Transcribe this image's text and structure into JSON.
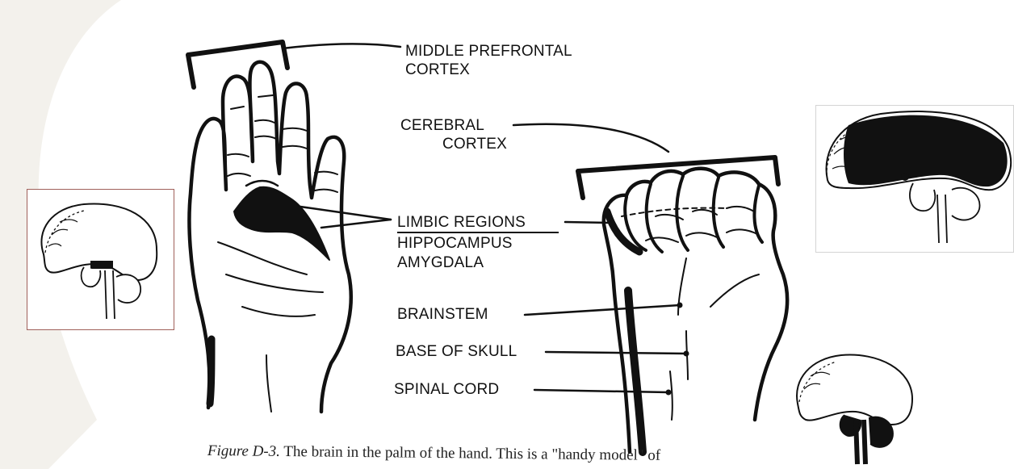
{
  "labels": {
    "middle_prefrontal_1": "MIDDLE PREFRONTAL",
    "middle_prefrontal_2": "CORTEX",
    "cerebral_1": "CEREBRAL",
    "cerebral_2": "CORTEX",
    "limbic": "LIMBIC REGIONS",
    "hippocampus": "HIPPOCAMPUS",
    "amygdala": "AMYGDALA",
    "brainstem": "BRAINSTEM",
    "base_of_skull": "BASE OF SKULL",
    "spinal_cord": "SPINAL CORD"
  },
  "caption": {
    "figure_label": "Figure D-3.",
    "text": " The brain in the palm of the hand. This is a \"handy model\" of"
  },
  "colors": {
    "ink": "#111111",
    "panel_border_left": "#a0605a",
    "panel_border_right": "#d4d4d4",
    "background_arc": "#f1efe9"
  }
}
